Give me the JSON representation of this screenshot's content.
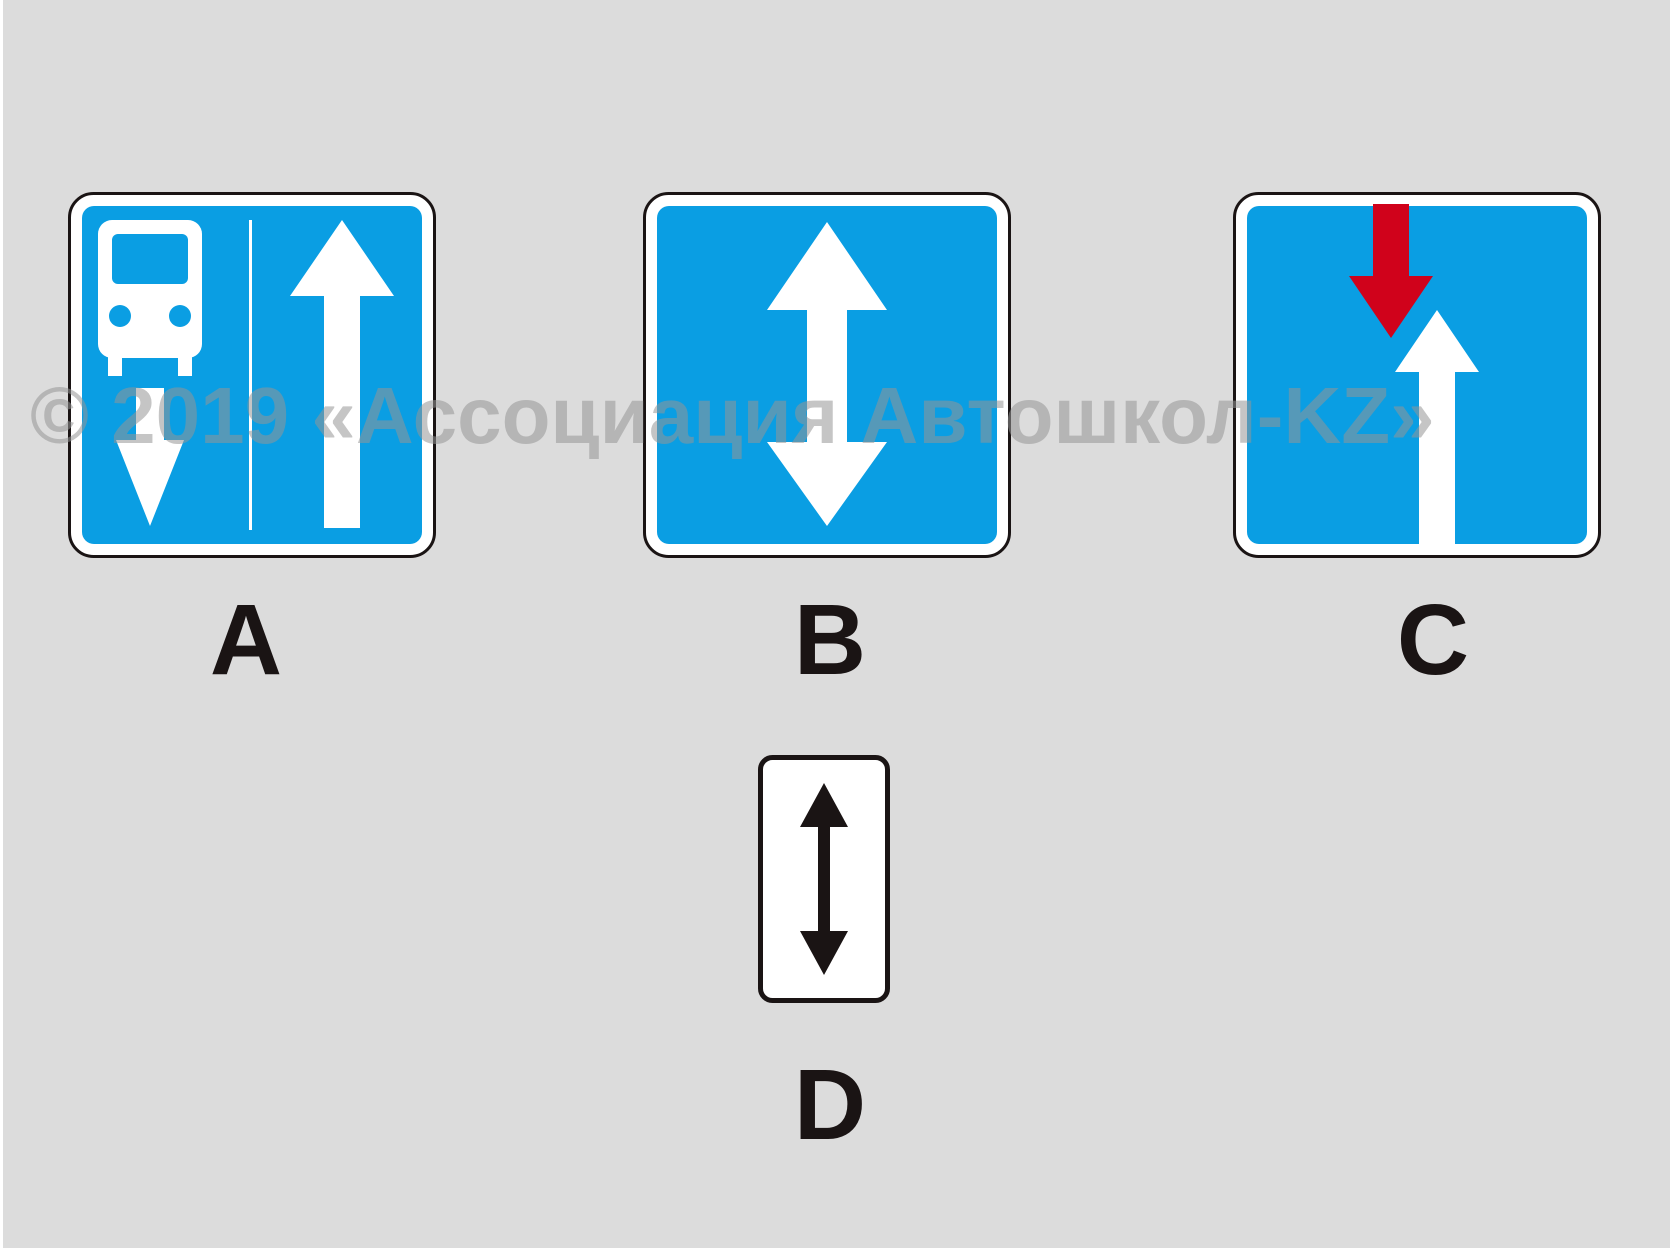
{
  "options": [
    {
      "letter": "A",
      "sign": "one-way-road-with-bus-lane-sign"
    },
    {
      "letter": "B",
      "sign": "two-way-traffic-road-sign"
    },
    {
      "letter": "C",
      "sign": "priority-over-oncoming-traffic-sign"
    },
    {
      "letter": "D",
      "sign": "two-way-arrow-plate-sign"
    }
  ],
  "watermark": "© 2019 «Ассоциация Автошкол-KZ»",
  "colors": {
    "background": "#dcdcdc",
    "sign_blue": "#0a9ee3",
    "white": "#ffffff",
    "red": "#d0021b",
    "black": "#1a1414"
  }
}
